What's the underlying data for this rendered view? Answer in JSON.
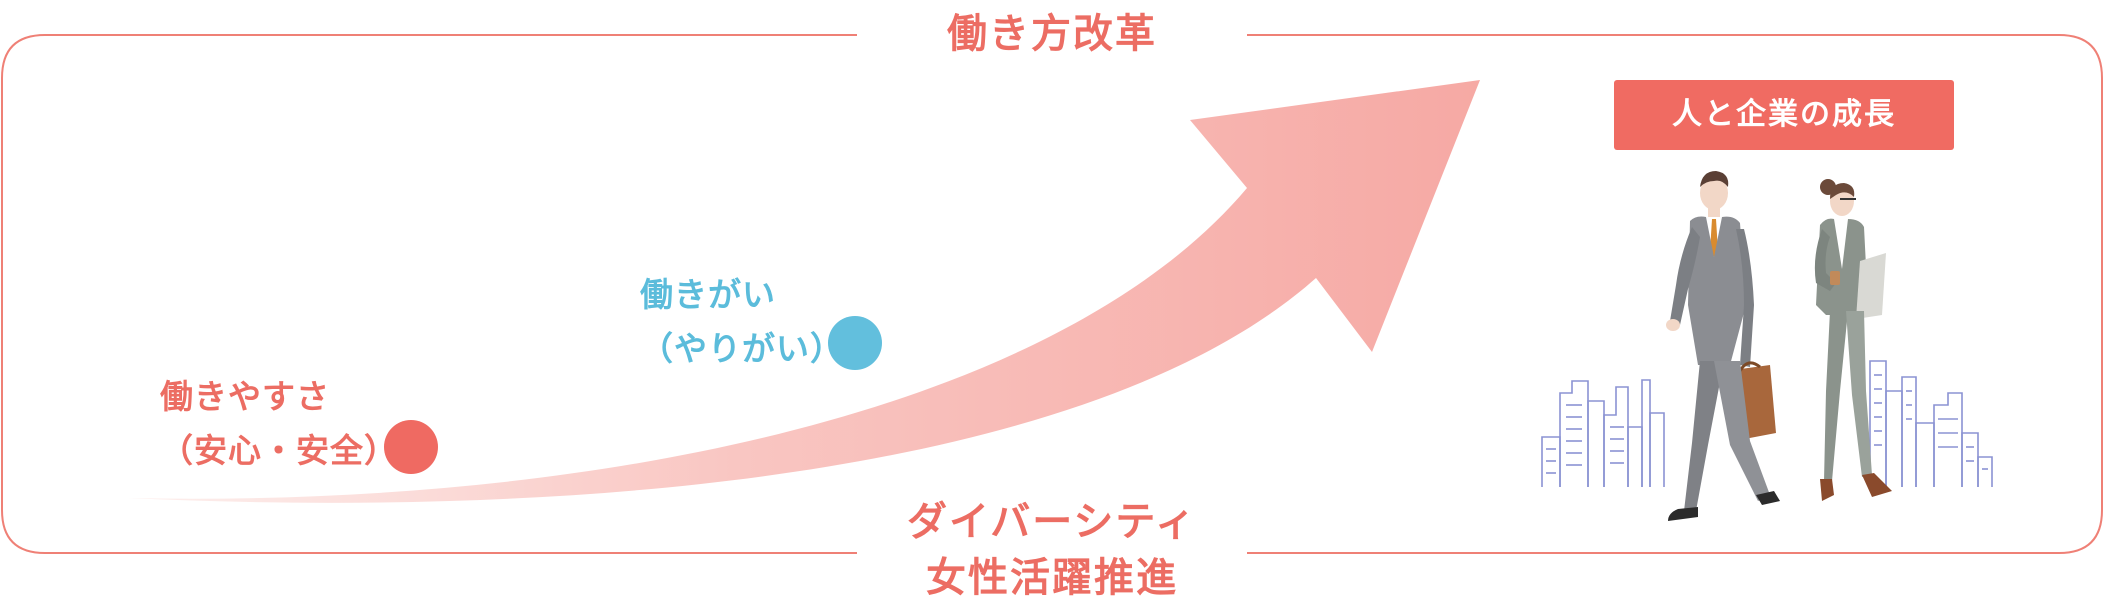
{
  "title": "働き方改革",
  "bottom_label": {
    "line1": "ダイバーシティ",
    "line2": "女性活躍推進"
  },
  "stages": [
    {
      "line1": "働きやすさ",
      "line2": "（安心・安全）",
      "color": "#ec6d63"
    },
    {
      "line1": "働きがい",
      "line2": "（やりがい）",
      "color": "#5bbcdb"
    }
  ],
  "result_badge": "人と企業の成長",
  "illustration": {
    "icon": "business-people-walking-illustration"
  },
  "colors": {
    "accent": "#ec6d63",
    "frame": "#ef8076",
    "arrow_from": "#fdecea",
    "arrow_to": "#f7a9a4",
    "blue": "#62bfdd"
  }
}
